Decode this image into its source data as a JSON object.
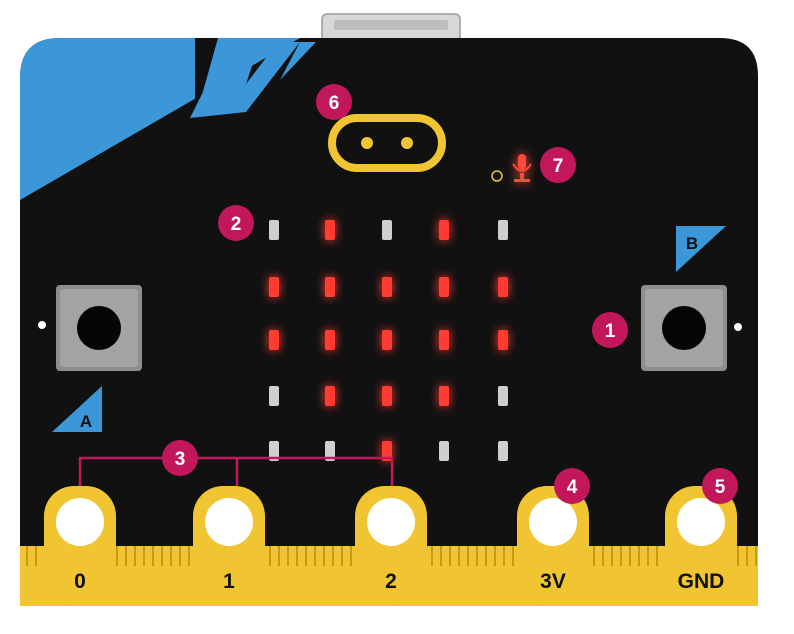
{
  "buttons": {
    "a_label": "A",
    "b_label": "B"
  },
  "pins": [
    {
      "id": "pin-0",
      "label": "0"
    },
    {
      "id": "pin-1",
      "label": "1"
    },
    {
      "id": "pin-2",
      "label": "2"
    },
    {
      "id": "pin-3v",
      "label": "3V"
    },
    {
      "id": "pin-gnd",
      "label": "GND"
    }
  ],
  "callouts": [
    "1",
    "2",
    "3",
    "4",
    "5",
    "6",
    "7"
  ],
  "led_matrix": {
    "lit": [
      [
        0,
        1,
        0,
        1,
        0
      ],
      [
        1,
        1,
        1,
        1,
        1
      ],
      [
        1,
        1,
        1,
        1,
        1
      ],
      [
        0,
        1,
        1,
        1,
        0
      ],
      [
        0,
        0,
        1,
        0,
        0
      ]
    ]
  },
  "colors": {
    "board": "#111111",
    "accent_blue": "#3c97d9",
    "gold": "#f0c531",
    "gold_dark": "#c99b12",
    "callout": "#c2185b",
    "led_on": "#ff3b30",
    "led_off": "#cfcfcf",
    "button_body": "#8e8e8e"
  },
  "icons": {
    "microphone": "microphone-icon",
    "touch_logo": "touch-logo-icon"
  }
}
